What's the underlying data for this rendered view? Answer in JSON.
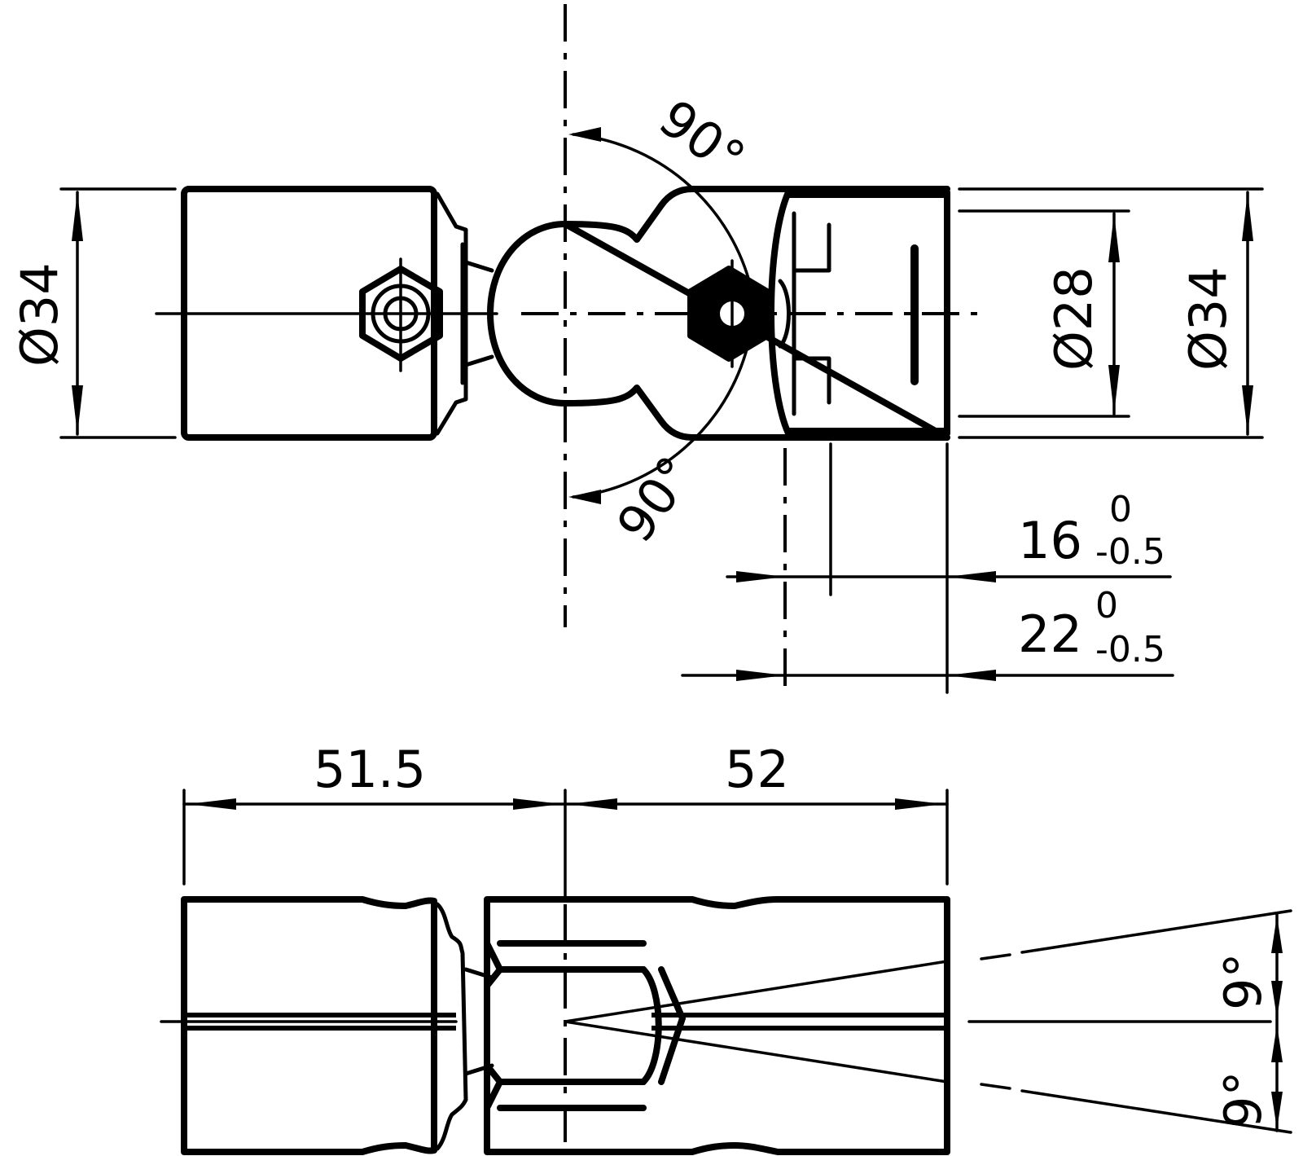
{
  "dimensions": {
    "top_left_dia": "Ø34",
    "top_right_inner_dia": "Ø28",
    "top_right_outer_dia": "Ø34",
    "angle_top": "90°",
    "angle_bottom": "90°",
    "len_16": "16",
    "len_16_upper": "0",
    "len_16_lower": "-0.5",
    "len_22": "22",
    "len_22_upper": "0",
    "len_22_lower": "-0.5",
    "len_left": "51.5",
    "len_right": "52",
    "angle_side_upper": "9°",
    "angle_side_lower": "9°"
  }
}
